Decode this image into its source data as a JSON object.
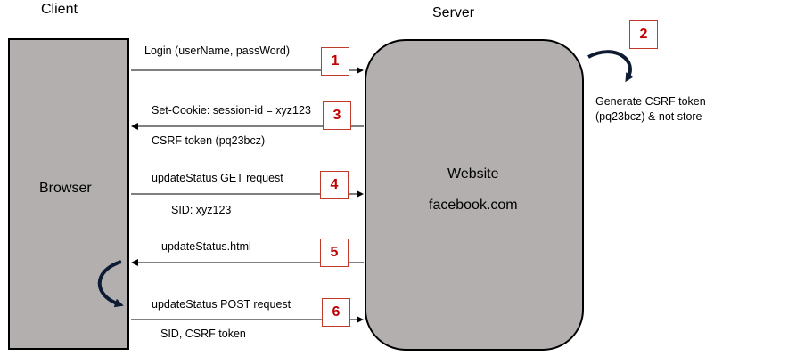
{
  "headings": {
    "client": "Client",
    "server": "Server"
  },
  "browser": {
    "label": "Browser"
  },
  "server": {
    "title": "Website",
    "domain": "facebook.com"
  },
  "note": {
    "line1": "Generate CSRF token",
    "line2": "(pq23bcz) & not store"
  },
  "messages": {
    "login": "Login (userName, passWord)",
    "set_cookie": "Set-Cookie: session-id = xyz123",
    "csrf_token": "CSRF token (pq23bcz)",
    "get_request": "updateStatus GET request",
    "sid_get": "SID: xyz123",
    "html_response": "updateStatus.html",
    "post_request": "updateStatus POST request",
    "sid_csrf": "SID, CSRF token"
  },
  "steps": [
    "1",
    "2",
    "3",
    "4",
    "5",
    "6"
  ],
  "colors": {
    "box_fill": "#b3afae",
    "step_text": "#c00000",
    "curved_arrow": "#0d1b33"
  }
}
